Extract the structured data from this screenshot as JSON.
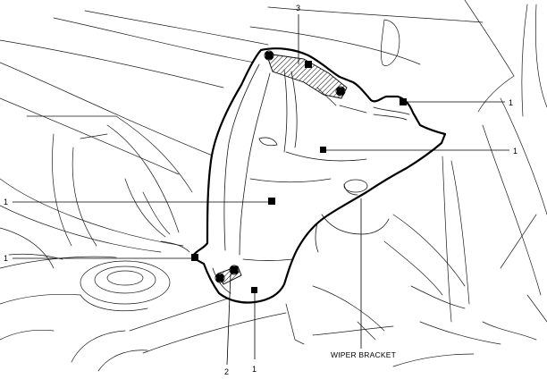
{
  "labels": {
    "clip_top_right": "1",
    "clip_right": "1",
    "clip_left_upper": "1",
    "clip_left_lower": "1",
    "clip_bottom": "1",
    "double_tape_bottom": "2",
    "double_tape_top": "3",
    "wiper_bracket": "WIPER BRACKET"
  }
}
